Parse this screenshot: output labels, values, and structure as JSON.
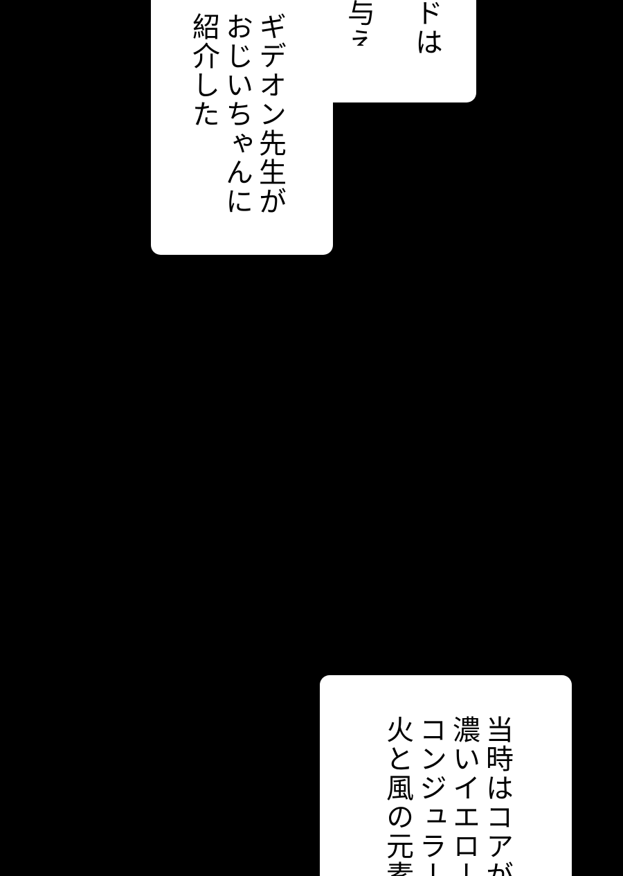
{
  "panels": {
    "top": {
      "columns_partial": [
        "…ドは",
        "…与え"
      ],
      "columns": [
        "ギデオン先生が",
        "おじいちゃんに",
        "紹介した"
      ]
    },
    "bottom": {
      "columns": [
        "当時はコアが",
        "濃いイエロー",
        "コンジュラー",
        "火と風の元素"
      ]
    }
  }
}
